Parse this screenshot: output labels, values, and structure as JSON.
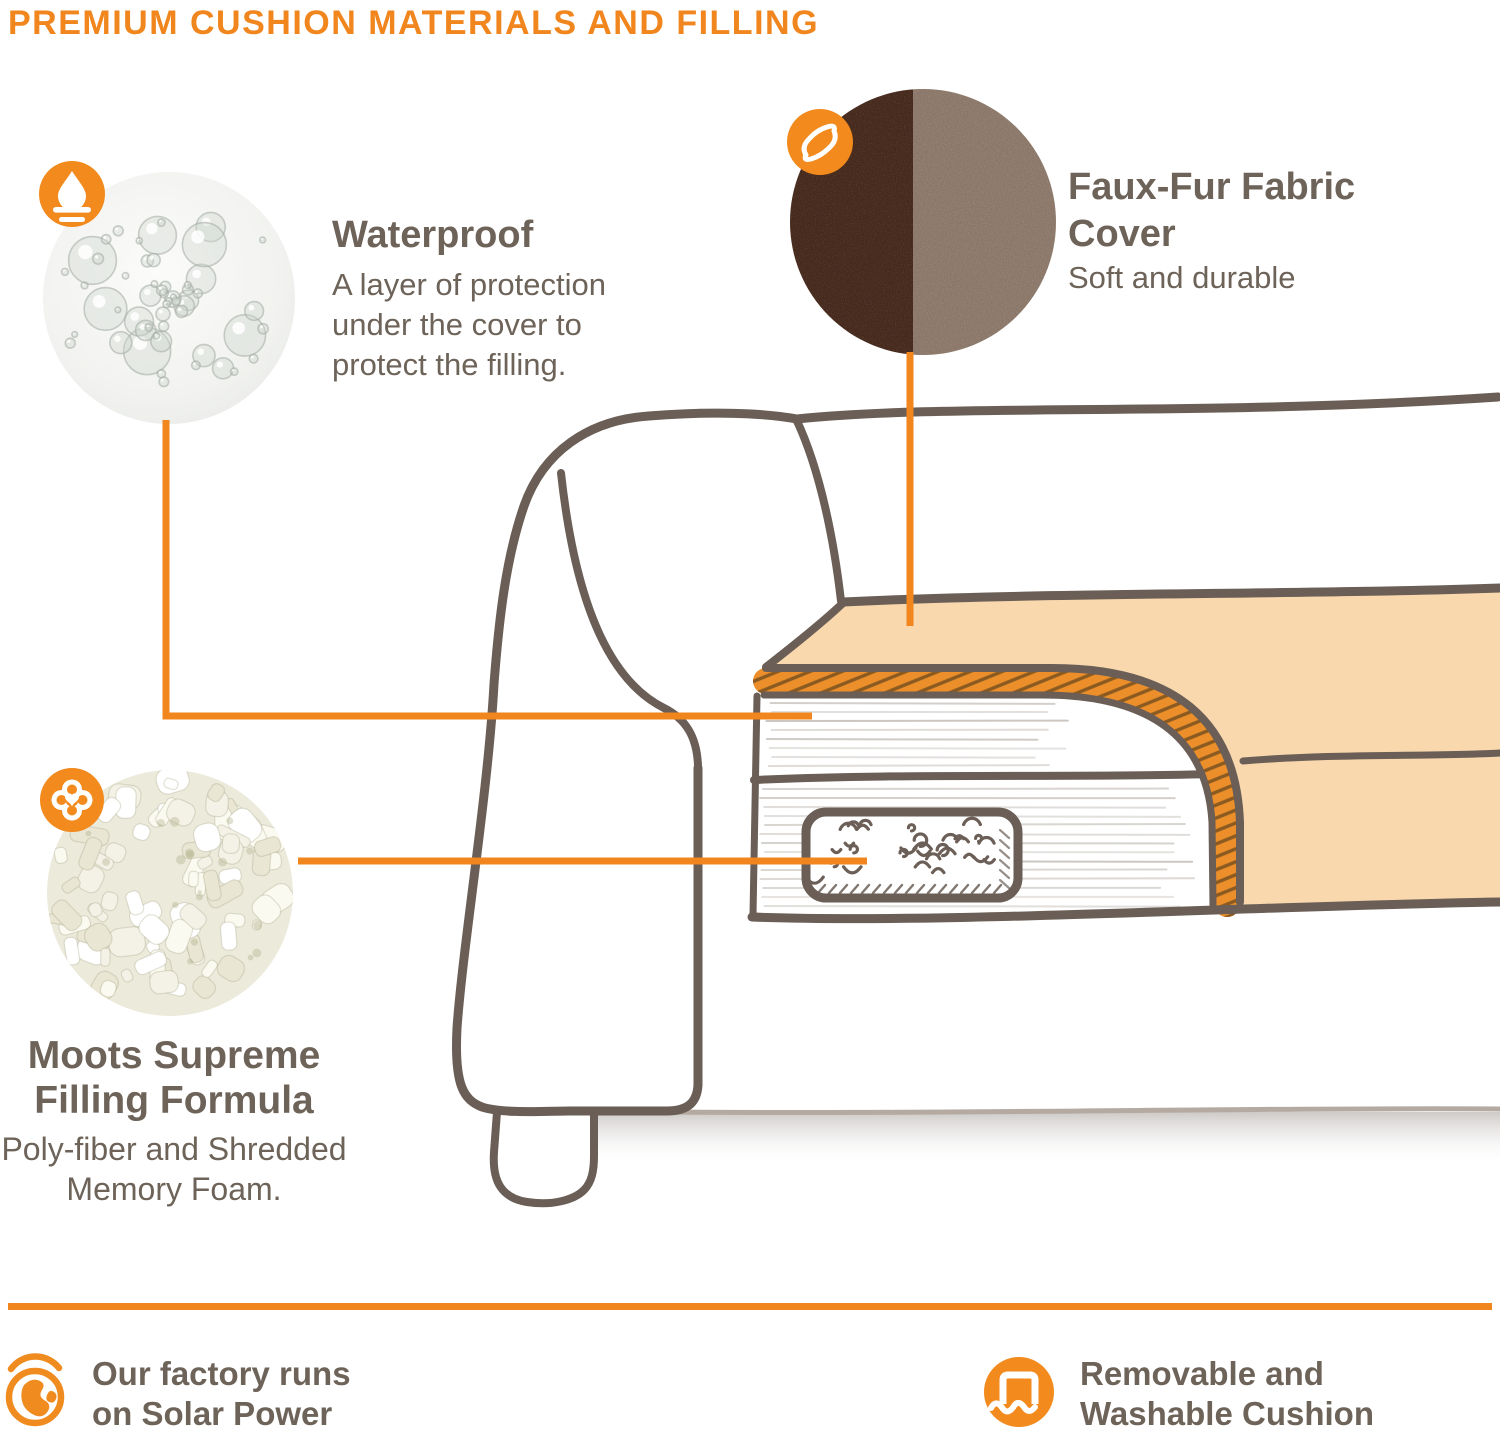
{
  "title": "PREMIUM CUSHION MATERIALS AND FILLING",
  "callouts": {
    "waterproof": {
      "heading": "Waterproof",
      "body_lines": [
        "A layer of protection",
        "under the cover to",
        "protect the filling."
      ],
      "icon": "water-drop-icon"
    },
    "faux_fur": {
      "heading_lines": [
        "Faux-Fur Fabric",
        "Cover"
      ],
      "subheading": "Soft and durable",
      "icon": "fabric-swatch-icon"
    },
    "filling": {
      "heading_lines": [
        "Moots Supreme",
        "Filling Formula"
      ],
      "body_lines": [
        "Poly-fiber and Shredded",
        "Memory Foam."
      ],
      "icon": "softness-flower-icon"
    }
  },
  "footer": {
    "solar": {
      "lines": [
        "Our factory runs",
        "on Solar Power"
      ],
      "icon": "solar-globe-icon"
    },
    "washable": {
      "lines": [
        "Removable and",
        "Washable Cushion"
      ],
      "icon": "washable-cushion-icon"
    }
  },
  "colors": {
    "accent_orange": "#f0861d",
    "heading_gray": "#6d6359",
    "outline_gray": "#6a5e56",
    "cushion_peach": "#f9d8ae",
    "hatch_orange": "#ec8f2b",
    "fur_dark": "#45291d",
    "fur_light": "#8e7b6d"
  }
}
